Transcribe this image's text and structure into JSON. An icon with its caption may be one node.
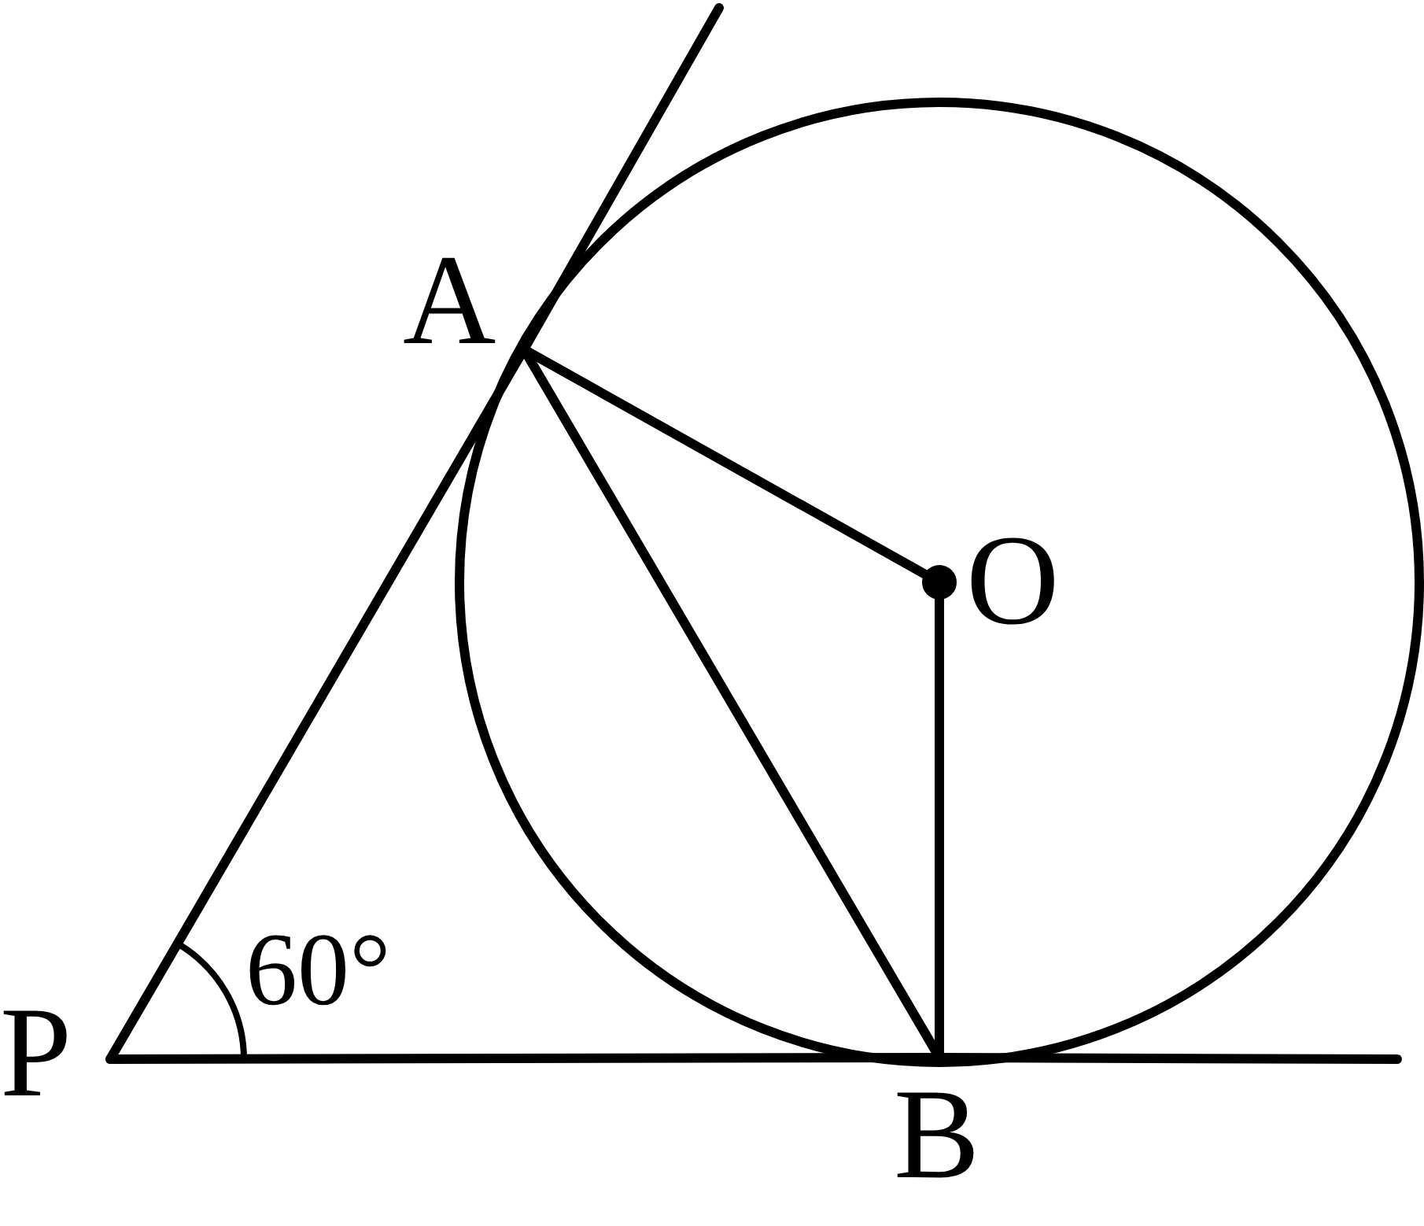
{
  "diagram": {
    "nodes": [
      {
        "text": [
          "A"
        ]
      },
      {
        "text": [
          "O"
        ]
      },
      {
        "text": [
          "P"
        ]
      },
      {
        "text": [
          "B"
        ]
      }
    ],
    "edges": [
      {
        "from": 2,
        "to": 0,
        "arrow": "none"
      },
      {
        "from": 0,
        "to": 1,
        "arrow": "none"
      },
      {
        "from": 0,
        "to": 3,
        "arrow": "none"
      },
      {
        "from": 1,
        "to": 3,
        "arrow": "none"
      },
      {
        "from": 2,
        "to": 3,
        "arrow": "none"
      },
      {
        "from": 0,
        "to": null,
        "arrow": "none"
      },
      {
        "from": 3,
        "to": null,
        "arrow": "none"
      }
    ],
    "labels": [
      "60°"
    ]
  }
}
